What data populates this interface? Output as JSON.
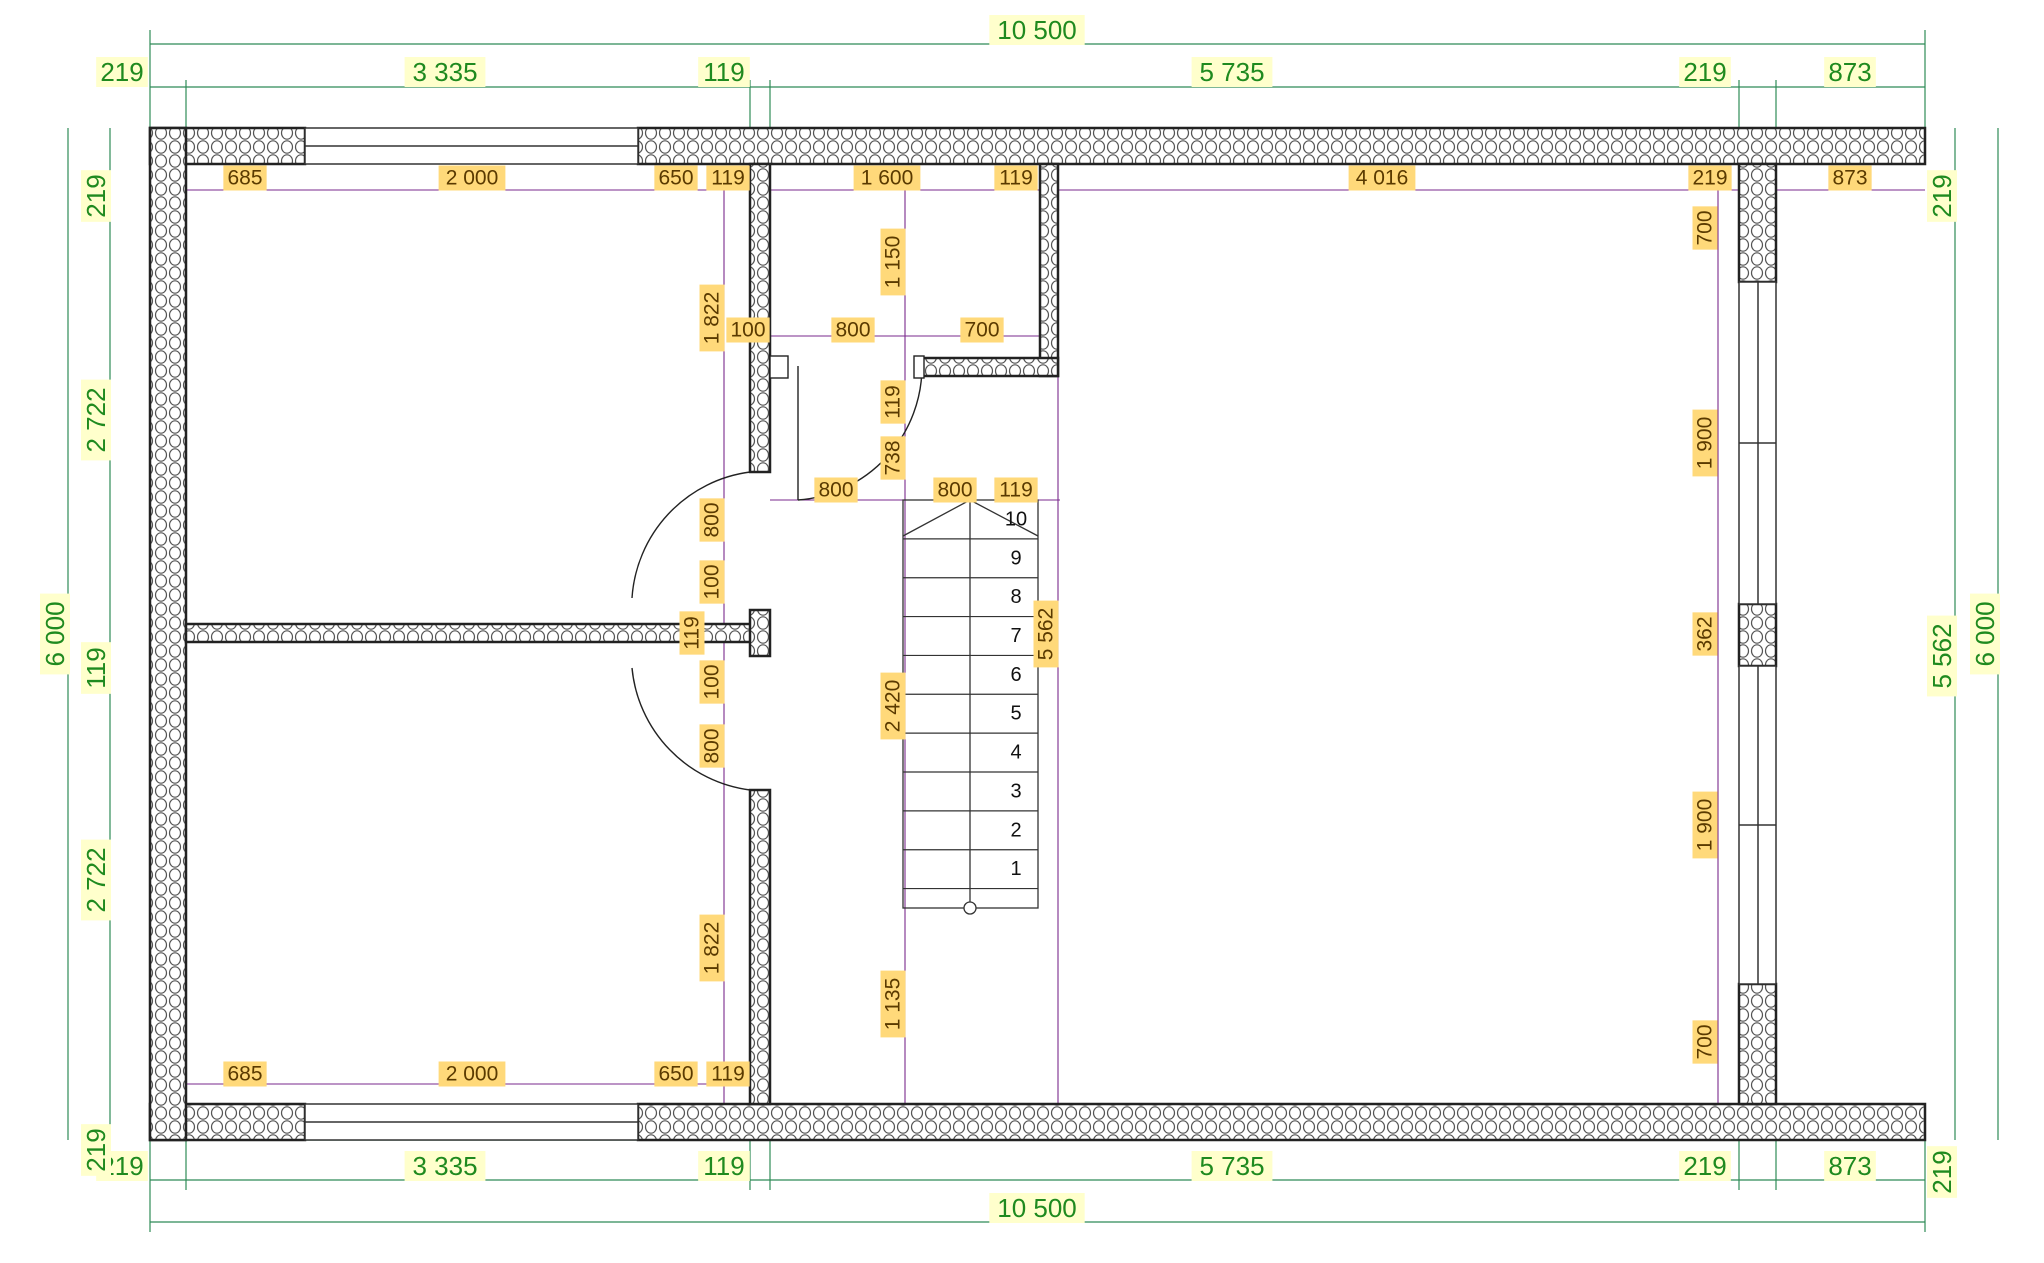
{
  "colors": {
    "exterior_dim": "#1f8a1f",
    "exterior_dim_bg": "#ffffcc",
    "interior_dim": "#5a3a00",
    "interior_dim_bg": "#ffd97a",
    "dim_line_outer": "#2e8b57",
    "dim_line_inner": "#7a2a8c",
    "wall_outline": "#222222",
    "insulation": "#555555"
  },
  "icons": [
    "wall-hatch-pattern",
    "dimension-tick",
    "stair-arrow",
    "door-swing-arc",
    "window-frame"
  ],
  "exterior": {
    "top_total": "10 500",
    "top_segments": [
      "219",
      "3 335",
      "119",
      "5 735",
      "219",
      "873"
    ],
    "bottom_total": "10 500",
    "bottom_segments": [
      "219",
      "3 335",
      "119",
      "5 735",
      "219",
      "873"
    ],
    "left_total": "6 000",
    "left_segments": [
      "219",
      "2 722",
      "119",
      "2 722",
      "219"
    ],
    "right_total": "6 000",
    "right_inner": "5 562",
    "right_top": "219",
    "right_bottom": "219"
  },
  "interior": {
    "top_row": [
      "685",
      "2 000",
      "650",
      "119",
      "1 600",
      "119",
      "4 016",
      "219",
      "873"
    ],
    "bottom_row": [
      "685",
      "2 000",
      "650",
      "119"
    ],
    "closet": [
      "100",
      "800",
      "700",
      "1 150"
    ],
    "hall": [
      "800",
      "800",
      "119"
    ],
    "left_partition_top": "1 822",
    "left_partition_bottom": "1 822",
    "door_top": [
      "800",
      "100"
    ],
    "door_bottom": [
      "100",
      "800"
    ],
    "partition_thickness": "119",
    "door_vertical": [
      "119",
      "738"
    ],
    "stair_left": [
      "2 420",
      "1 135"
    ],
    "stair_total": "5 562",
    "right_wall": [
      "700",
      "1 900",
      "362",
      "1 900",
      "700"
    ]
  },
  "stairs": {
    "steps": [
      "10",
      "9",
      "8",
      "7",
      "6",
      "5",
      "4",
      "3",
      "2",
      "1"
    ]
  }
}
